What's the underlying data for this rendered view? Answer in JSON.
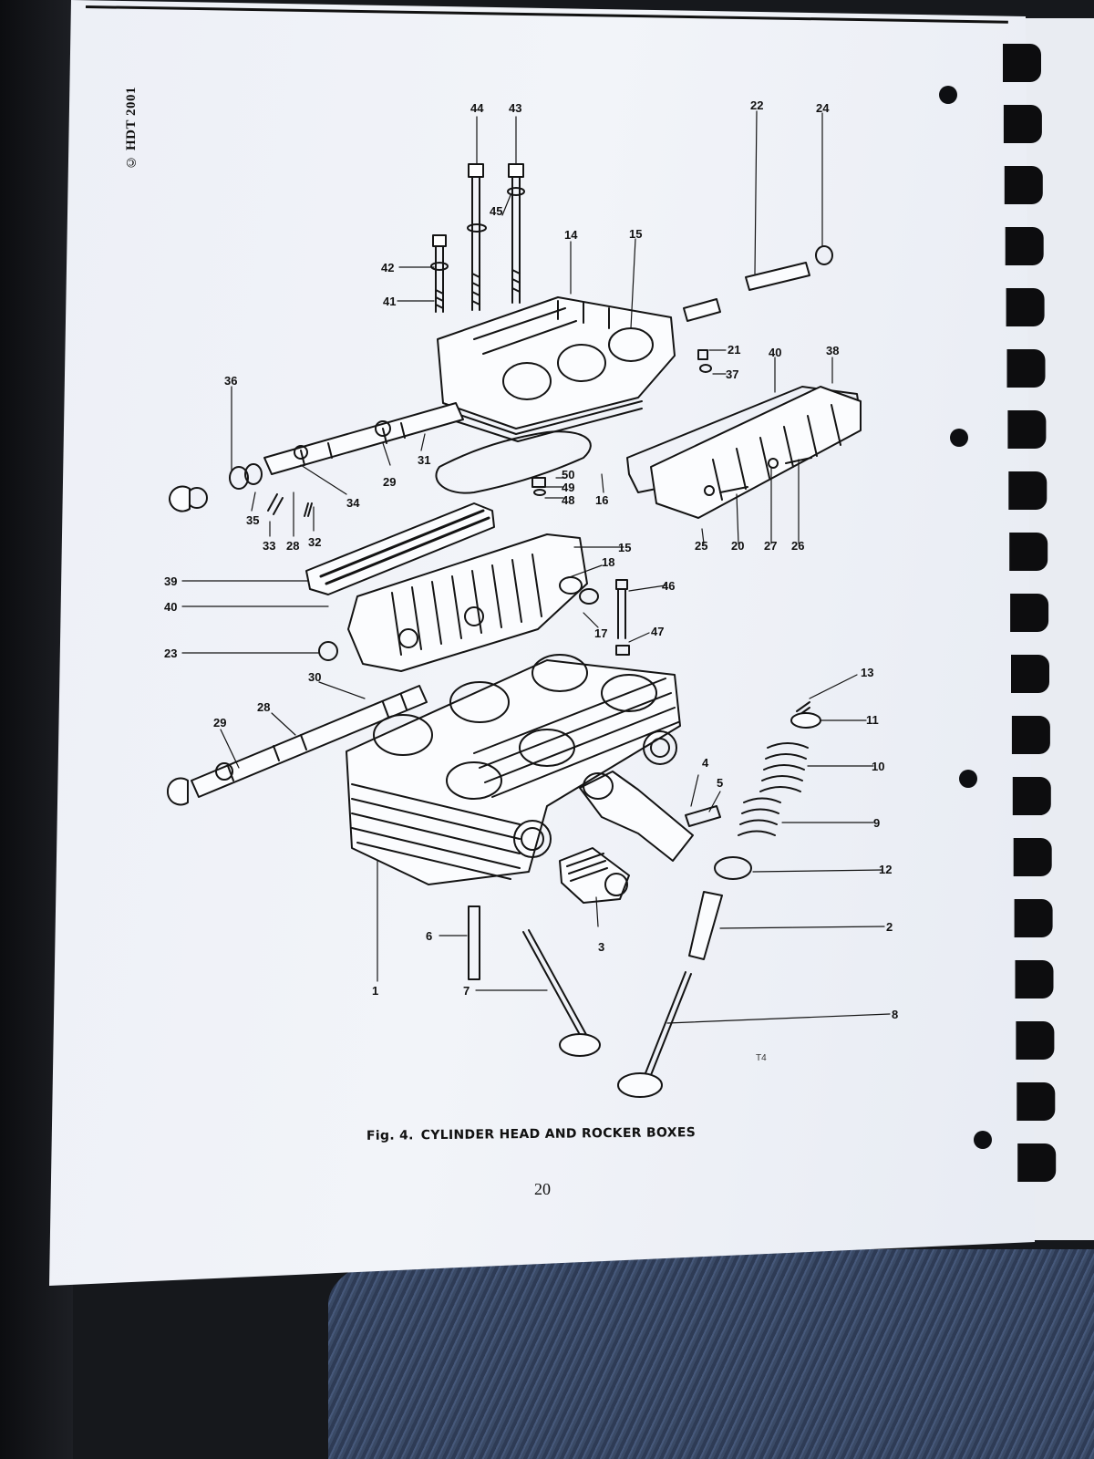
{
  "document": {
    "copyright": "© HDT 2001",
    "figure": {
      "caption_number": "Fig. 4.",
      "caption_title": "CYLINDER HEAD AND ROCKER BOXES",
      "drawing_tag": "T4",
      "callouts": [
        "1",
        "2",
        "3",
        "4",
        "5",
        "6",
        "7",
        "8",
        "9",
        "10",
        "11",
        "12",
        "13",
        "14",
        "15",
        "15",
        "16",
        "17",
        "18",
        "20",
        "21",
        "22",
        "23",
        "24",
        "25",
        "26",
        "27",
        "28",
        "28",
        "29",
        "29",
        "30",
        "31",
        "32",
        "33",
        "34",
        "35",
        "36",
        "37",
        "38",
        "39",
        "40",
        "40",
        "41",
        "42",
        "43",
        "44",
        "45",
        "46",
        "47",
        "48",
        "49",
        "50"
      ]
    },
    "page_number": "20"
  }
}
